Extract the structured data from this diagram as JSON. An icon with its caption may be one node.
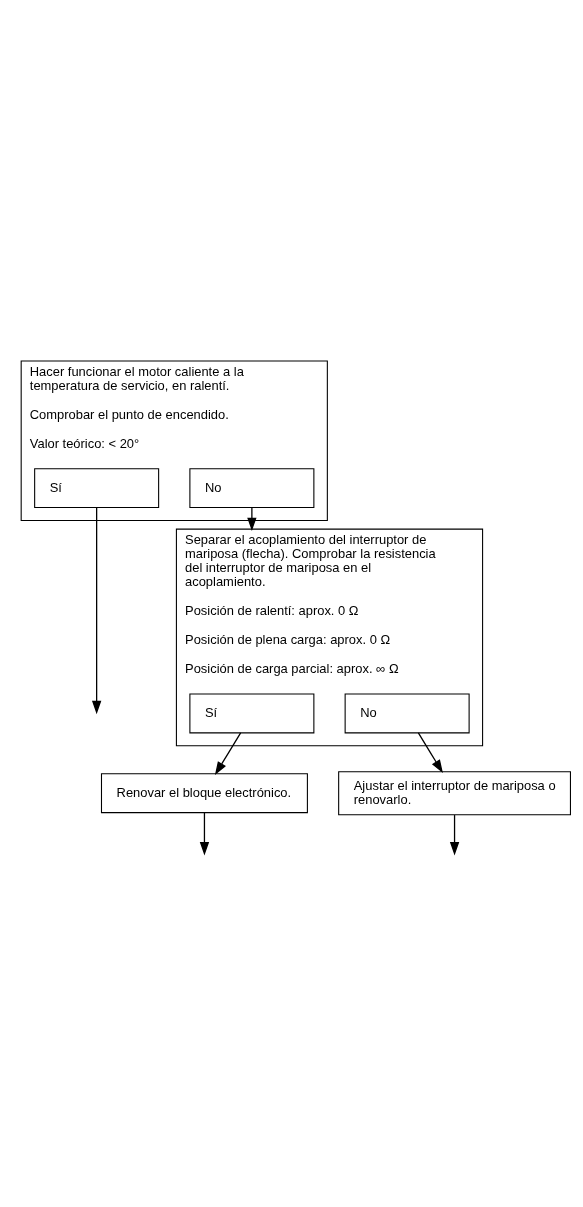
{
  "diagram": {
    "nodes": [
      {
        "text": [
          "Hacer funcionar el motor caliente a la temperatura de servicio, en ralentí.",
          "Comprobar el punto de encendido.",
          "Valor teórico: < 20°"
        ]
      },
      {
        "text": [
          "Sí"
        ],
        "in": 0
      },
      {
        "text": [
          "No"
        ],
        "in": 0
      },
      {
        "text": [
          "Separar el acoplamiento del interruptor de mariposa (flecha). Comprobar la resistencia del interruptor de mariposa en el acoplamiento.",
          "Posición de ralentí: aprox. 0 Ω",
          "Posición de plena carga: aprox. 0 Ω",
          "Posición de carga parcial: aprox. ∞ Ω"
        ]
      },
      {
        "text": [
          "Sí"
        ],
        "in": 3
      },
      {
        "text": [
          "No"
        ],
        "in": 3
      },
      {
        "text": [
          "Ajustar el interruptor de mariposa o renovarlo."
        ]
      },
      {
        "text": [
          "Renovar el bloque electrónico."
        ]
      }
    ],
    "edges": [
      {
        "from": 1,
        "to": null,
        "arrow": "to"
      },
      {
        "from": 2,
        "to": 3,
        "arrow": "to"
      },
      {
        "from": 4,
        "to": 7,
        "arrow": "to"
      },
      {
        "from": 5,
        "to": 6,
        "arrow": "to"
      },
      {
        "from": 7,
        "to": null,
        "arrow": "to"
      },
      {
        "from": 6,
        "to": null,
        "arrow": "to"
      }
    ]
  }
}
